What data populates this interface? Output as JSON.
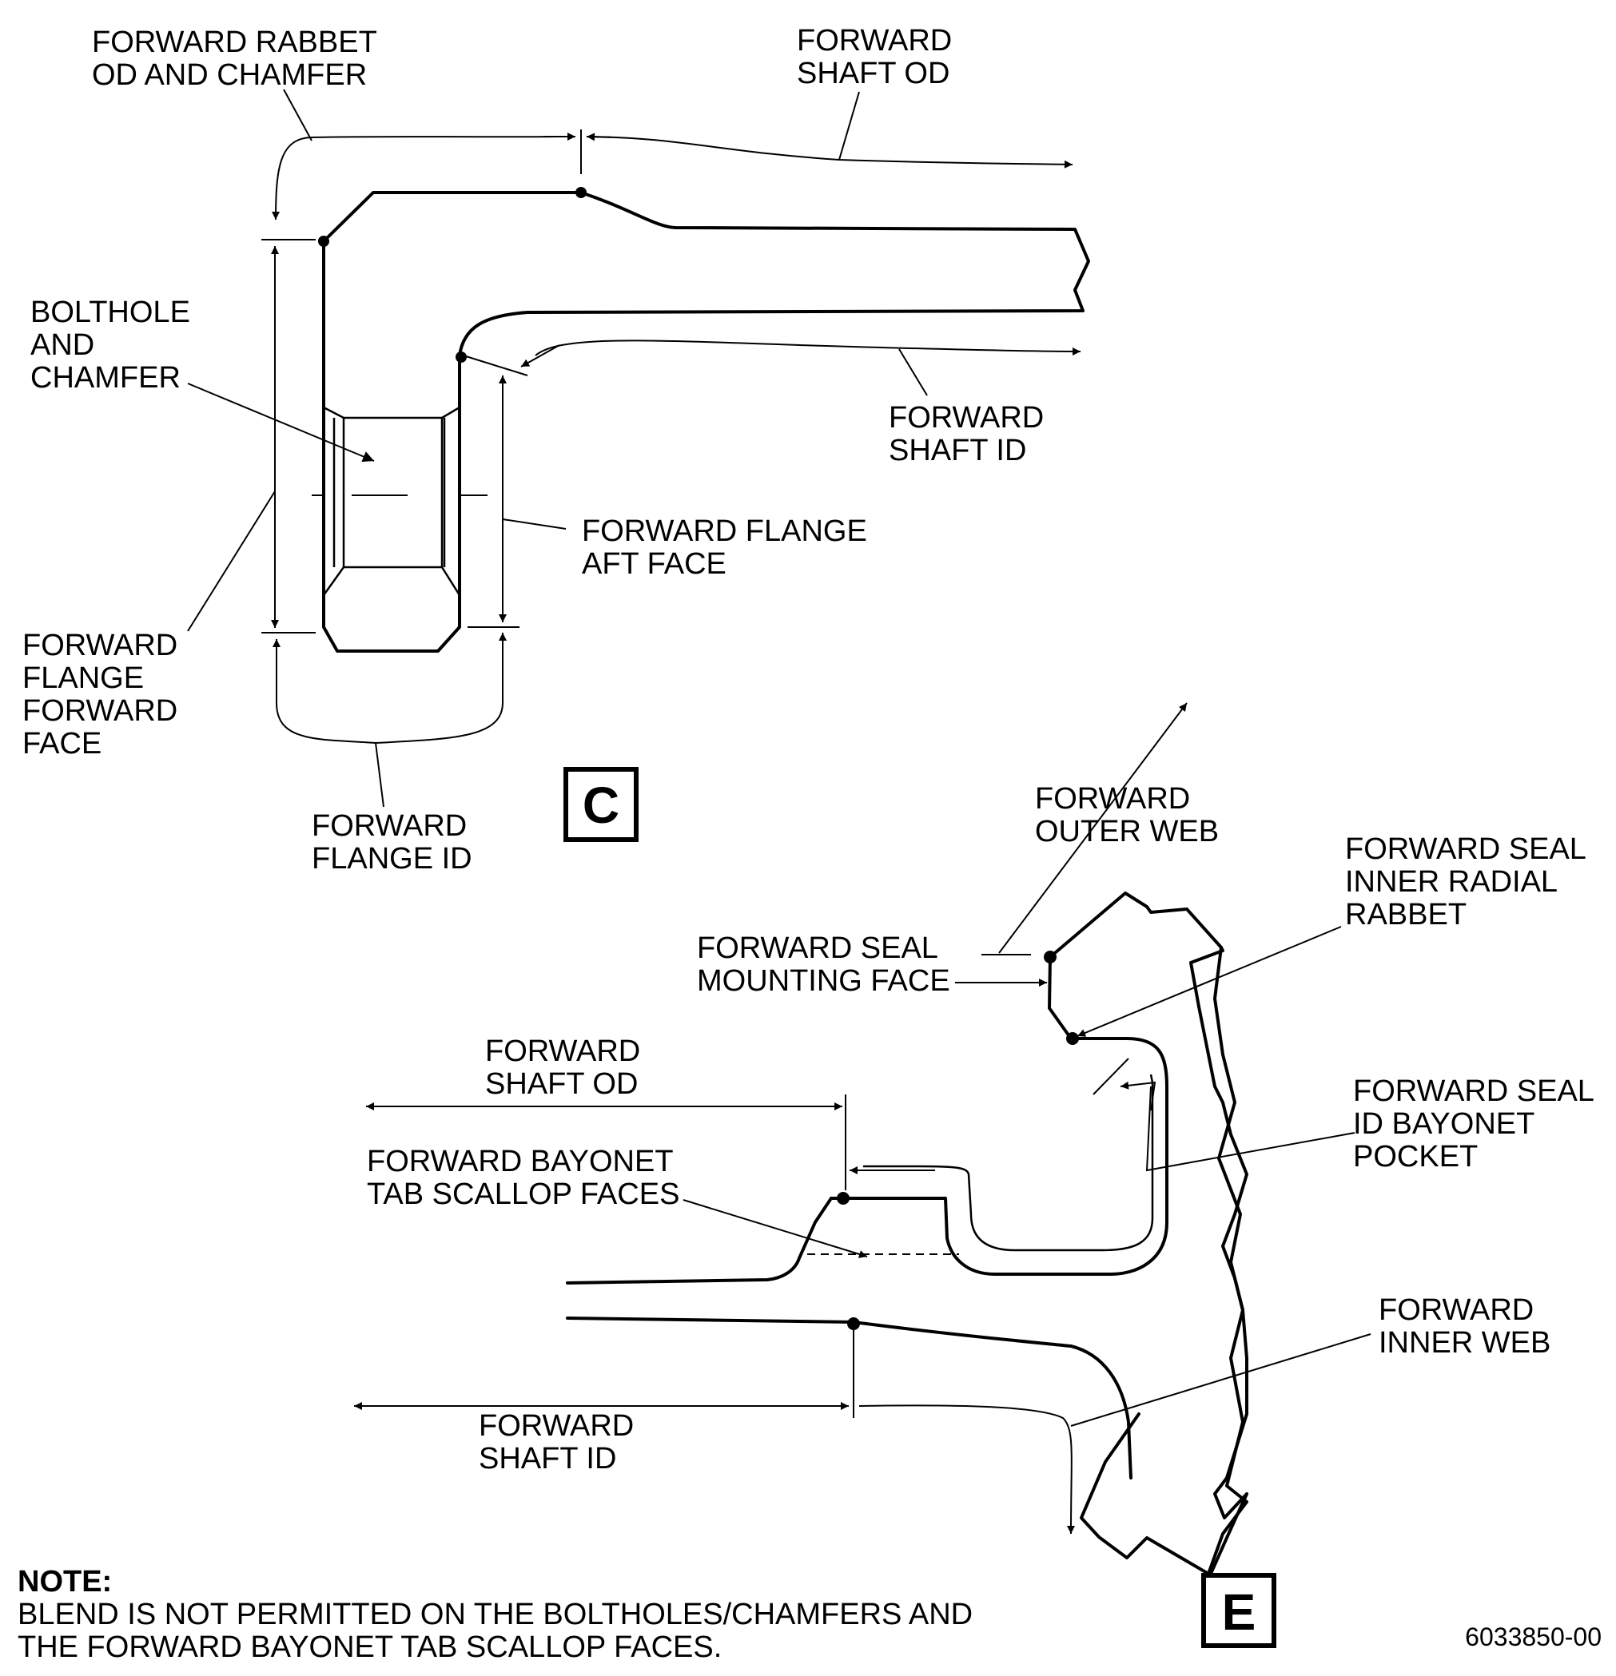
{
  "view_c": {
    "id": "C",
    "labels": {
      "forward_rabbet_od_chamfer": [
        "FORWARD RABBET",
        "OD AND CHAMFER"
      ],
      "forward_shaft_od": [
        "FORWARD",
        "SHAFT OD"
      ],
      "bolthole_chamfer": [
        "BOLTHOLE",
        "AND",
        "CHAMFER"
      ],
      "forward_shaft_id": [
        "FORWARD",
        "SHAFT ID"
      ],
      "forward_flange_aft_face": [
        "FORWARD FLANGE",
        "AFT FACE"
      ],
      "forward_flange_forward_face": [
        "FORWARD",
        "FLANGE",
        "FORWARD",
        "FACE"
      ],
      "forward_flange_id": [
        "FORWARD",
        "FLANGE ID"
      ]
    }
  },
  "view_e": {
    "id": "E",
    "labels": {
      "forward_outer_web": [
        "FORWARD",
        "OUTER WEB"
      ],
      "forward_seal_inner_radial_rabbet": [
        "FORWARD SEAL",
        "INNER RADIAL",
        "RABBET"
      ],
      "forward_seal_mounting_face": [
        "FORWARD SEAL",
        "MOUNTING FACE"
      ],
      "forward_shaft_od": [
        "FORWARD",
        "SHAFT OD"
      ],
      "forward_seal_id_bayonet_pocket": [
        "FORWARD SEAL",
        "ID BAYONET",
        "POCKET"
      ],
      "forward_bayonet_tab_scallop_faces": [
        "FORWARD BAYONET",
        "TAB SCALLOP FACES"
      ],
      "forward_inner_web": [
        "FORWARD",
        "INNER WEB"
      ],
      "forward_shaft_id": [
        "FORWARD",
        "SHAFT ID"
      ]
    }
  },
  "note": {
    "heading": "NOTE:",
    "lines": [
      "BLEND IS NOT PERMITTED ON THE BOLTHOLES/CHAMFERS AND",
      "THE FORWARD BAYONET TAB SCALLOP FACES."
    ]
  },
  "figure_ref": "6033850-00"
}
